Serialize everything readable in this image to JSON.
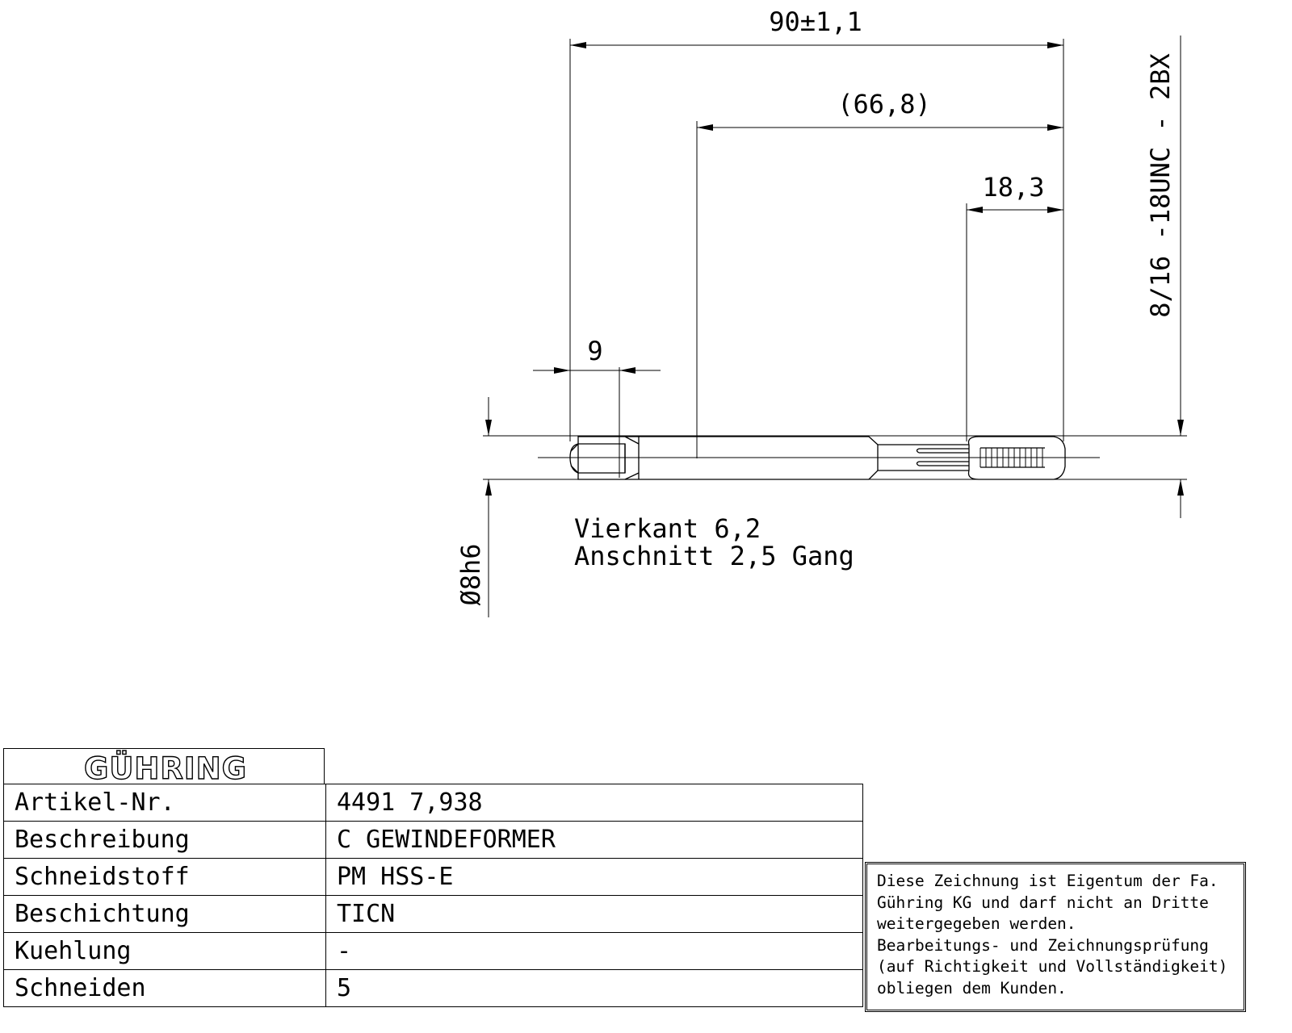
{
  "drawing": {
    "dimensions": {
      "overall_length": "90±1,1",
      "shank_to_tip": "(66,8)",
      "thread_length": "18,3",
      "square_length": "9",
      "thread_spec": "8/16  -18UNC  -  2BX",
      "shank_diameter": "Ø8h6"
    },
    "notes": {
      "square": "Vierkant 6,2",
      "chamfer": "Anschnitt 2,5 Gang"
    }
  },
  "title_block": {
    "brand": "GÜHRING",
    "rows": [
      {
        "label": "Artikel-Nr.",
        "value": "4491  7,938"
      },
      {
        "label": "Beschreibung",
        "value": "C GEWINDEFORMER"
      },
      {
        "label": "Schneidstoff",
        "value": "PM HSS-E"
      },
      {
        "label": "Beschichtung",
        "value": "TICN"
      },
      {
        "label": "Kuehlung",
        "value": "-"
      },
      {
        "label": "Schneiden",
        "value": "5"
      }
    ]
  },
  "notice": {
    "lines": [
      "Diese Zeichnung ist Eigentum der Fa.",
      "Gühring KG und darf nicht an Dritte",
      "weitergegeben werden.",
      "Bearbeitungs- und Zeichnungsprüfung",
      "(auf Richtigkeit und Vollständigkeit)",
      "obliegen dem Kunden."
    ]
  }
}
